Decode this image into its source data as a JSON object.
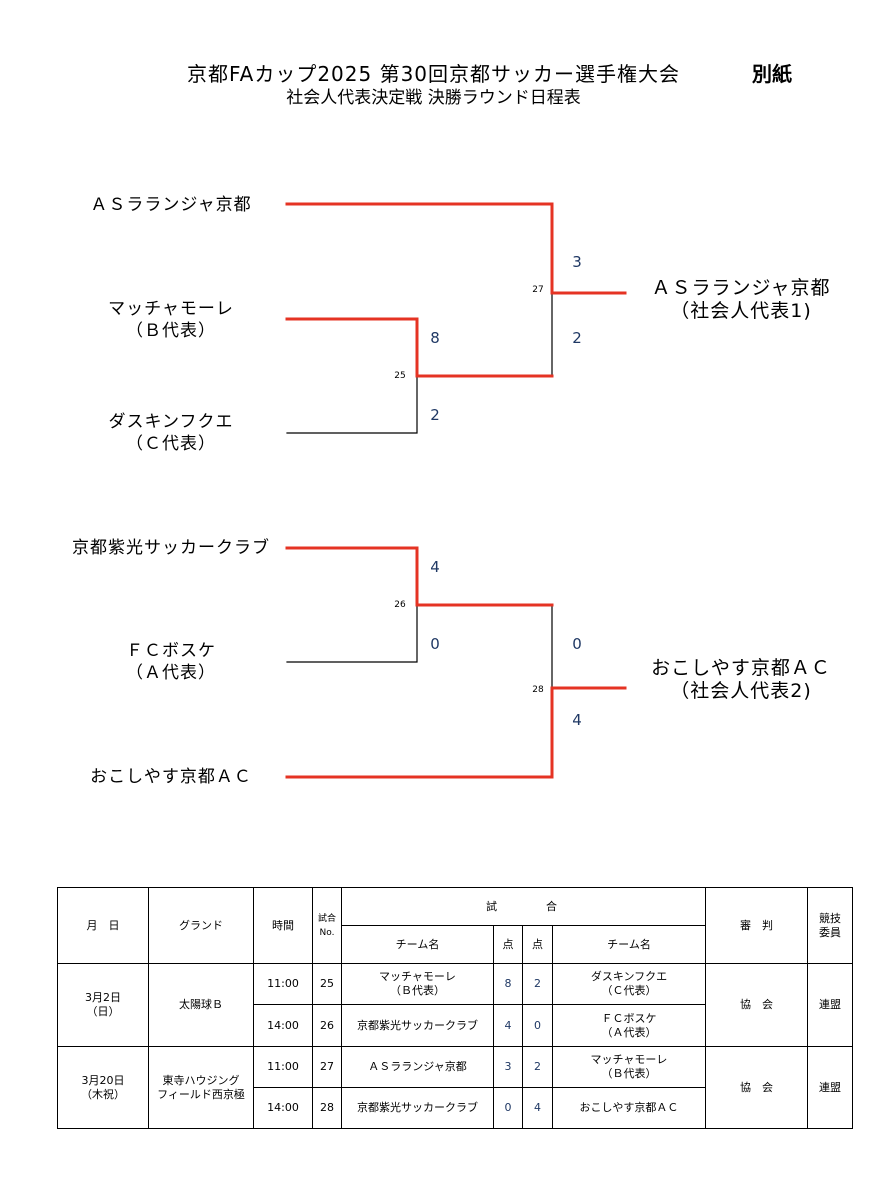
{
  "title": {
    "main": "京都FAカップ2025 第30回京都サッカー選手権大会",
    "attachment": "別紙",
    "sub": "社会人代表決定戦 決勝ラウンド日程表"
  },
  "colors": {
    "winner_line": "#e53323",
    "loser_line": "#000000",
    "score": "#1f3864"
  },
  "bracket": {
    "teams": [
      {
        "name": "ＡＳラランジャ京都"
      },
      {
        "name": "マッチャモーレ",
        "note": "（Ｂ代表）"
      },
      {
        "name": "ダスキンフクエ",
        "note": "（Ｃ代表）"
      },
      {
        "name": "京都紫光サッカークラブ"
      },
      {
        "name": "ＦＣボスケ",
        "note": "（Ａ代表）"
      },
      {
        "name": "おこしやす京都ＡＣ"
      }
    ],
    "matches": {
      "m25": {
        "no": "25",
        "score_top": "8",
        "score_bottom": "2"
      },
      "m26": {
        "no": "26",
        "score_top": "4",
        "score_bottom": "0"
      },
      "m27": {
        "no": "27",
        "score_top": "3",
        "score_bottom": "2"
      },
      "m28": {
        "no": "28",
        "score_top": "0",
        "score_bottom": "4"
      }
    },
    "winners": [
      {
        "name": "ＡＳラランジャ京都",
        "note": "（社会人代表1)"
      },
      {
        "name": "おこしやす京都ＡＣ",
        "note": "（社会人代表2)"
      }
    ]
  },
  "schedule": {
    "headers": {
      "date": "月　日",
      "ground": "グランド",
      "time": "時間",
      "match_no": [
        "試合",
        "No."
      ],
      "match": "試　　　合",
      "team": "チーム名",
      "score": "点",
      "referee": "審　判",
      "committee": [
        "競技",
        "委員"
      ]
    },
    "days": [
      {
        "date": "3月2日",
        "weekday": "（日）",
        "ground": [
          "太陽球Ｂ"
        ],
        "referee": "協　会",
        "committee": "連盟",
        "games": [
          {
            "time": "11:00",
            "no": "25",
            "home": [
              "マッチャモーレ",
              "（Ｂ代表）"
            ],
            "home_score": "8",
            "away_score": "2",
            "away": [
              "ダスキンフクエ",
              "（Ｃ代表）"
            ]
          },
          {
            "time": "14:00",
            "no": "26",
            "home": [
              "京都紫光サッカークラブ"
            ],
            "home_score": "4",
            "away_score": "0",
            "away": [
              "ＦＣボスケ",
              "（Ａ代表）"
            ]
          }
        ]
      },
      {
        "date": "3月20日",
        "weekday": "（木祝）",
        "ground": [
          "東寺ハウジング",
          "フィールド西京極"
        ],
        "referee": "協　会",
        "committee": "連盟",
        "games": [
          {
            "time": "11:00",
            "no": "27",
            "home": [
              "ＡＳラランジャ京都"
            ],
            "home_score": "3",
            "away_score": "2",
            "away": [
              "マッチャモーレ",
              "（Ｂ代表）"
            ]
          },
          {
            "time": "14:00",
            "no": "28",
            "home": [
              "京都紫光サッカークラブ"
            ],
            "home_score": "0",
            "away_score": "4",
            "away": [
              "おこしやす京都ＡＣ"
            ]
          }
        ]
      }
    ]
  }
}
